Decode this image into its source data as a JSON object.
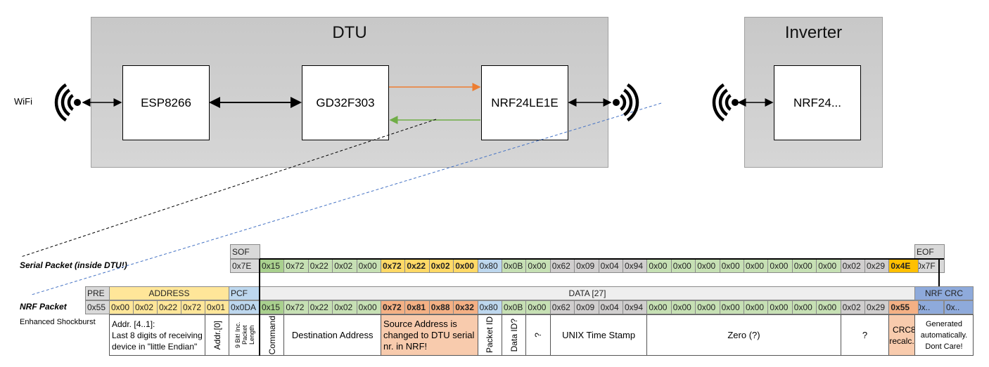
{
  "dtu": {
    "title": "DTU",
    "chips": [
      "ESP8266",
      "GD32F303",
      "NRF24LE1E"
    ]
  },
  "inverter": {
    "title": "Inverter",
    "chip": "NRF24..."
  },
  "wifi_label": "WiFi",
  "colors": {
    "cmd": "#a9d08e",
    "green": "#c6e0b4",
    "yellow": "#ffd966",
    "gray": "#d0cece",
    "blue": "#bdd7ee",
    "orange": "#f4b084",
    "crc": "#ffc000",
    "crc_nrf": "#f4b084",
    "nrfcrc": "#8eaadb",
    "hdr": "#d9d9d9",
    "addr": "#ffe699"
  },
  "serial": {
    "label": "Serial Packet (inside DTU!)",
    "sof": "SOF",
    "sof_value": "0x7E",
    "eof": "EOF",
    "eof_value": "0x7F",
    "cells": [
      [
        "0x15",
        "cmd"
      ],
      [
        "0x72",
        "green"
      ],
      [
        "0x22",
        "green"
      ],
      [
        "0x02",
        "green"
      ],
      [
        "0x00",
        "green"
      ],
      [
        "0x72",
        "yellow"
      ],
      [
        "0x22",
        "yellow"
      ],
      [
        "0x02",
        "yellow"
      ],
      [
        "0x00",
        "yellow"
      ],
      [
        "0x80",
        "blue"
      ],
      [
        "0x0B",
        "green"
      ],
      [
        "0x00",
        "green"
      ],
      [
        "0x62",
        "gray"
      ],
      [
        "0x09",
        "gray"
      ],
      [
        "0x04",
        "gray"
      ],
      [
        "0x94",
        "gray"
      ],
      [
        "0x00",
        "green"
      ],
      [
        "0x00",
        "green"
      ],
      [
        "0x00",
        "green"
      ],
      [
        "0x00",
        "green"
      ],
      [
        "0x00",
        "green"
      ],
      [
        "0x00",
        "green"
      ],
      [
        "0x00",
        "green"
      ],
      [
        "0x00",
        "green"
      ],
      [
        "0x02",
        "gray"
      ],
      [
        "0x29",
        "gray"
      ],
      [
        "0x4E",
        "crc"
      ]
    ]
  },
  "nrf": {
    "label": "NRF Packet",
    "sublabel": "Enhanced Shockburst",
    "pre": "PRE",
    "pre_value": "0x55",
    "address": "ADDRESS",
    "address_values": [
      "0x00",
      "0x02",
      "0x22",
      "0x72",
      "0x01"
    ],
    "pcf": "PCF",
    "pcf_value": "0x0DA",
    "data": "DATA [27]",
    "nrf_crc": "NRF CRC",
    "nrf_crc_values": [
      "0x..",
      "0x.."
    ],
    "cells": [
      [
        "0x15",
        "cmd"
      ],
      [
        "0x72",
        "green"
      ],
      [
        "0x22",
        "green"
      ],
      [
        "0x02",
        "green"
      ],
      [
        "0x00",
        "green"
      ],
      [
        "0x72",
        "orange"
      ],
      [
        "0x81",
        "orange"
      ],
      [
        "0x88",
        "orange"
      ],
      [
        "0x32",
        "orange"
      ],
      [
        "0x80",
        "blue"
      ],
      [
        "0x0B",
        "green"
      ],
      [
        "0x00",
        "green"
      ],
      [
        "0x62",
        "gray"
      ],
      [
        "0x09",
        "gray"
      ],
      [
        "0x04",
        "gray"
      ],
      [
        "0x94",
        "gray"
      ],
      [
        "0x00",
        "green"
      ],
      [
        "0x00",
        "green"
      ],
      [
        "0x00",
        "green"
      ],
      [
        "0x00",
        "green"
      ],
      [
        "0x00",
        "green"
      ],
      [
        "0x00",
        "green"
      ],
      [
        "0x00",
        "green"
      ],
      [
        "0x00",
        "green"
      ],
      [
        "0x02",
        "gray"
      ],
      [
        "0x29",
        "gray"
      ],
      [
        "0x55",
        "crc_nrf"
      ]
    ],
    "addr_desc": "Addr. [4..1]:\nLast 8 digits of receiving device in \"little Endian\"",
    "addr0_desc": "Addr.[0]",
    "pcf_desc": "9 Bit! Inc. Packet Length",
    "descriptions": [
      {
        "text": "Command",
        "span": 1,
        "vertical": true
      },
      {
        "text": "Destination Address",
        "span": 4
      },
      {
        "text": "Source Address is changed to DTU serial nr. in NRF!",
        "span": 4,
        "bg": "#f8cbad",
        "left": true
      },
      {
        "text": "Packet ID",
        "span": 1,
        "vertical": true
      },
      {
        "text": "Data ID?",
        "span": 1,
        "vertical": true
      },
      {
        "text": "?",
        "span": 1,
        "vertical": true
      },
      {
        "text": "UNIX Time Stamp",
        "span": 4
      },
      {
        "text": "Zero (?)",
        "span": 8
      },
      {
        "text": "?",
        "span": 2
      },
      {
        "text": "CRC8 recalc. !",
        "span": 1,
        "bg": "#f8cbad"
      }
    ],
    "crc_desc": "Generated automatically. Dont Care!"
  }
}
